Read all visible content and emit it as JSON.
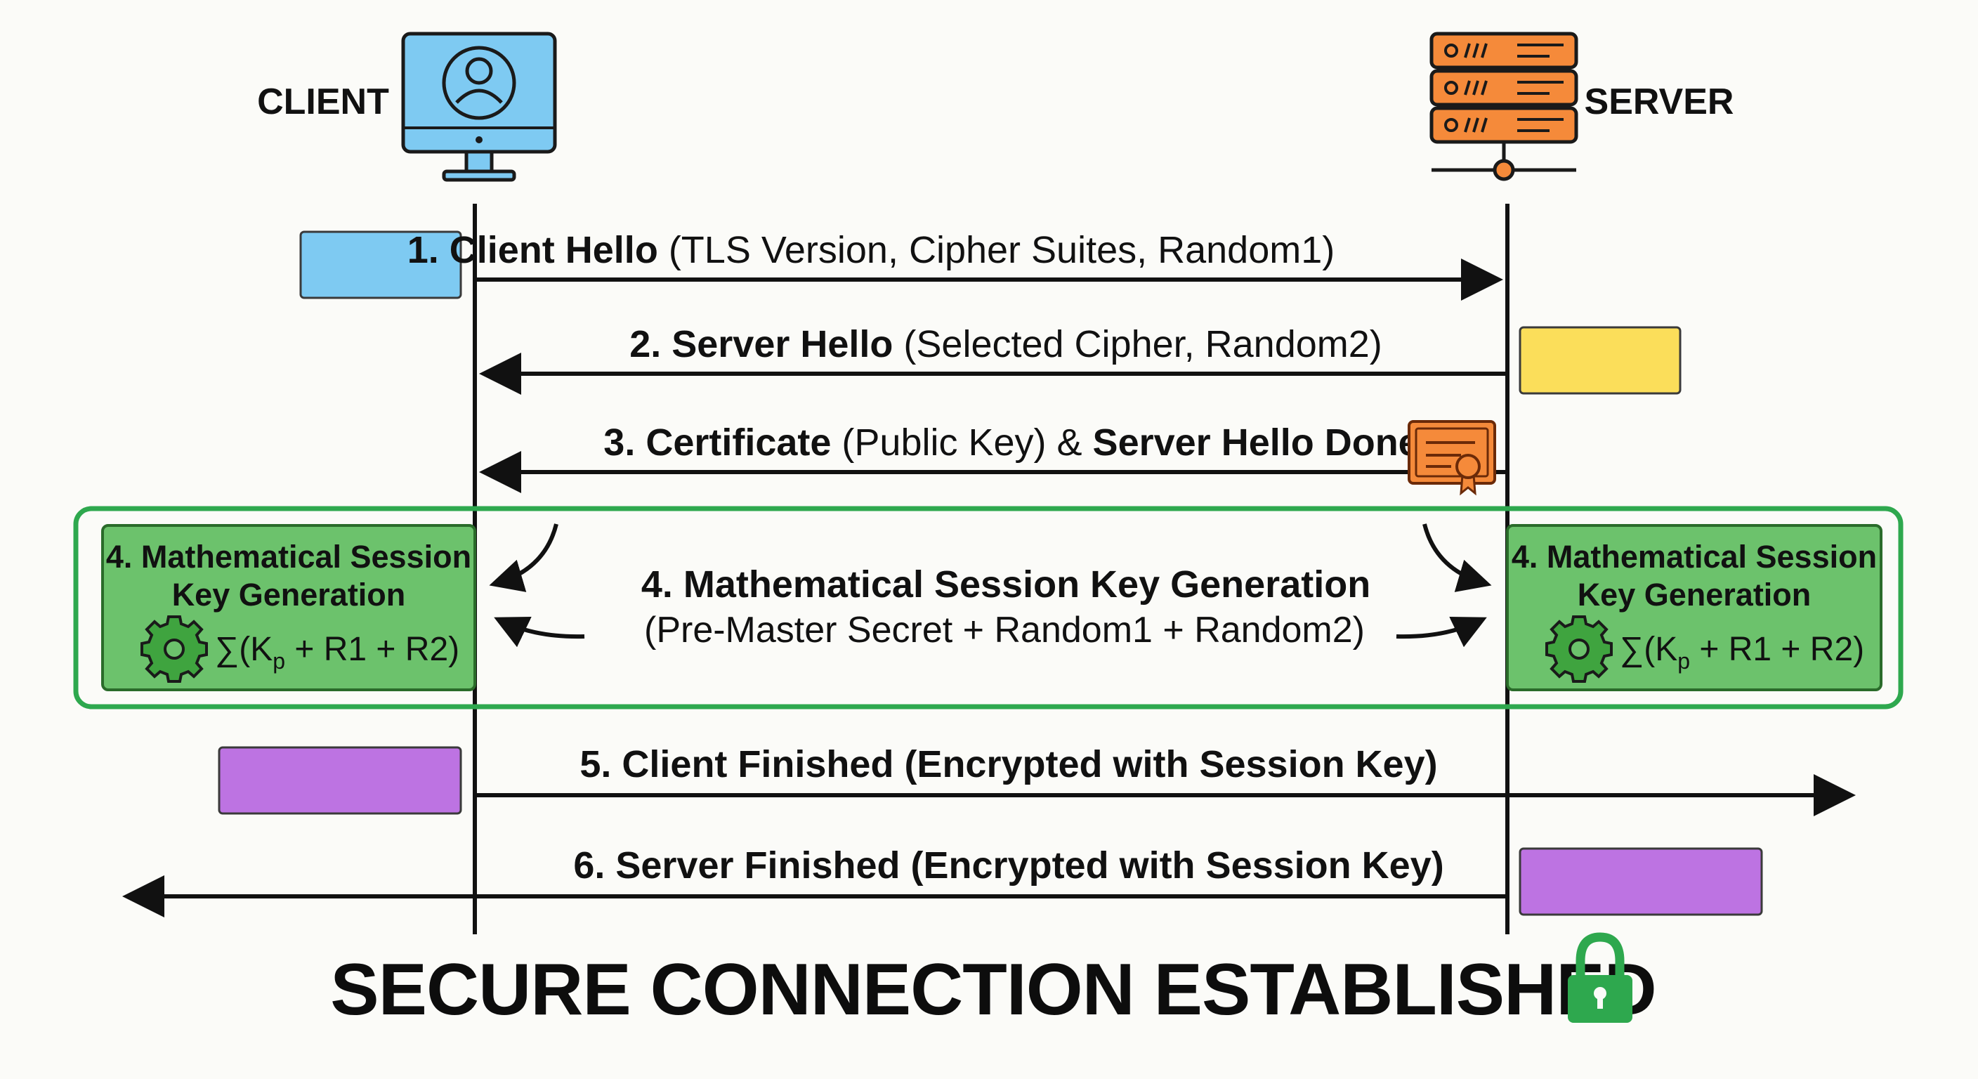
{
  "actors": {
    "client_label": "CLIENT",
    "server_label": "SERVER"
  },
  "messages": [
    {
      "bold": "1. Client Hello",
      "rest": " (TLS Version, Cipher Suites, Random1)"
    },
    {
      "bold": "2. Server Hello",
      "rest": " (Selected Cipher, Random2)"
    },
    {
      "bold": "3. Certificate",
      "rest": " (Public Key) & ",
      "bold2": "Server Hello Done"
    },
    {
      "bold": "5. Client Finished",
      "rest": " (Encrypted with Session Key)"
    },
    {
      "bold": "6. Server Finished",
      "rest": " (Encrypted with Session Key)"
    }
  ],
  "key_generation": {
    "box_title_line1": "4. Mathematical Session",
    "box_title_line2": "Key Generation",
    "formula_main": "∑(K",
    "formula_sub": "p",
    "formula_rest": " + R1 + R2)",
    "center_title": "4. Mathematical Session Key Generation",
    "center_subtitle": "(Pre-Master Secret + Random1 + Random2)"
  },
  "banner": "SECURE CONNECTION ESTABLISHED",
  "icons": {
    "client": "desktop-monitor-user-icon",
    "server": "server-rack-icon",
    "certificate": "certificate-icon",
    "gear": "gear-icon",
    "lock": "lock-icon"
  },
  "colors": {
    "client_blue": "#7ecaf2",
    "server_orange": "#f58a3a",
    "yellow": "#fbde5a",
    "purple": "#bd73e2",
    "green_box": "#6cc26c",
    "green_border": "#2ea84e",
    "lock_green": "#2ea84e"
  }
}
